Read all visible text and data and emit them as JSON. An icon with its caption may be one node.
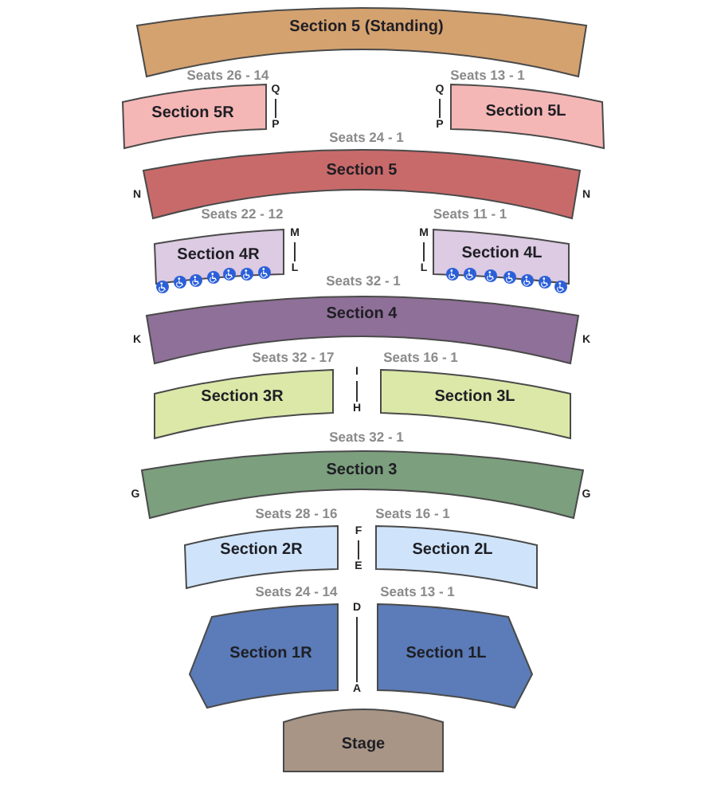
{
  "diagram": {
    "nodes": [
      {
        "text": [
          "Section 5 (Standing)"
        ]
      },
      {
        "text": [
          "Section 5R"
        ]
      },
      {
        "text": [
          "Section 5L"
        ]
      },
      {
        "text": [
          "Section 5"
        ]
      },
      {
        "text": [
          "Section 4R"
        ]
      },
      {
        "text": [
          "Section 4L"
        ]
      },
      {
        "text": [
          "Section 4"
        ]
      },
      {
        "text": [
          "Section 3R"
        ]
      },
      {
        "text": [
          "Section 3L"
        ]
      },
      {
        "text": [
          "Section 3"
        ]
      },
      {
        "text": [
          "Section 2R"
        ]
      },
      {
        "text": [
          "Section 2L"
        ]
      },
      {
        "text": [
          "Section 1R"
        ]
      },
      {
        "text": [
          "Section 1L"
        ]
      },
      {
        "text": [
          "Stage"
        ]
      }
    ],
    "labels": [
      "Seats 26 - 14",
      "Seats 13 - 1",
      "Q",
      "Q",
      "P",
      "P",
      "Seats 24 - 1",
      "N",
      "N",
      "Seats 22 - 12",
      "Seats 11 - 1",
      "M",
      "M",
      "L",
      "L",
      "Seats 32 - 1",
      "K",
      "K",
      "Seats 32 - 17",
      "Seats 16 - 1",
      "I",
      "H",
      "Seats 32 - 1",
      "G",
      "G",
      "Seats 28 - 16",
      "Seats 16 - 1",
      "F",
      "E",
      "Seats 24 - 14",
      "Seats 13 - 1",
      "D",
      "A"
    ]
  }
}
